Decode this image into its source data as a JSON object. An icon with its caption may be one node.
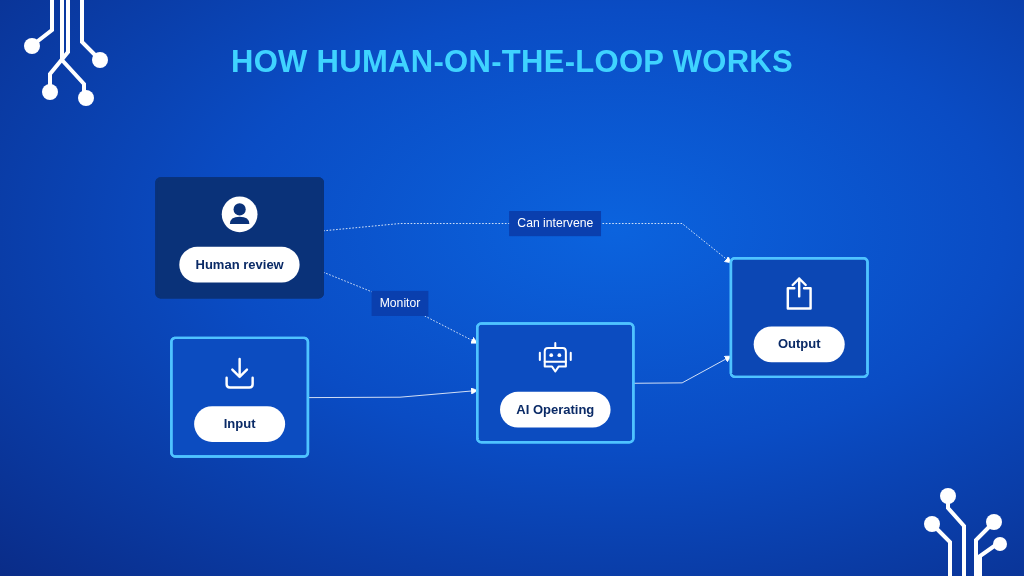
{
  "diagram": {
    "title": "HOW HUMAN-ON-THE-LOOP WORKS",
    "nodes": [
      {
        "text": [
          "Human review"
        ]
      },
      {
        "text": [
          "Input"
        ]
      },
      {
        "text": [
          "AI Operating"
        ]
      },
      {
        "text": [
          "Output"
        ]
      }
    ],
    "edges": [
      {
        "from": 0,
        "to": 2,
        "arrow": "to",
        "label": "Monitor",
        "style": "dashed"
      },
      {
        "from": 0,
        "to": 3,
        "arrow": "to",
        "label": "Can intervene",
        "style": "dashed"
      },
      {
        "from": 1,
        "to": 2,
        "arrow": "to"
      },
      {
        "from": 2,
        "to": 3,
        "arrow": "to"
      }
    ]
  }
}
